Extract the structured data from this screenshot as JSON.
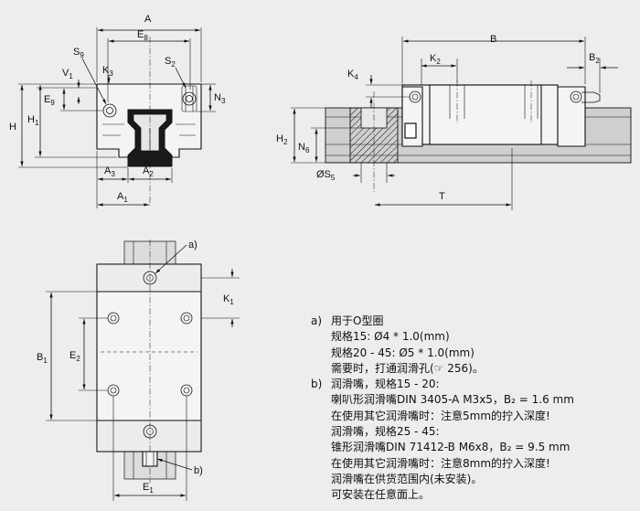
{
  "labels": {
    "A": "A",
    "E8": [
      "E",
      "8"
    ],
    "S9": [
      "S",
      "9"
    ],
    "K3": [
      "K",
      "3"
    ],
    "V1": [
      "V",
      "1"
    ],
    "E9": [
      "E",
      "9"
    ],
    "S2": [
      "S",
      "2"
    ],
    "N3": [
      "N",
      "3"
    ],
    "H": "H",
    "H1": [
      "H",
      "1"
    ],
    "A3": [
      "A",
      "3"
    ],
    "A2": [
      "A",
      "2"
    ],
    "A1": [
      "A",
      "1"
    ],
    "B": "B",
    "K2": [
      "K",
      "2"
    ],
    "B2": [
      "B",
      "2"
    ],
    "K4": [
      "K",
      "4"
    ],
    "H2": [
      "H",
      "2"
    ],
    "N6": [
      "N",
      "6"
    ],
    "S5": [
      "ØS",
      "5"
    ],
    "T": "T",
    "a": "a)",
    "b": "b)",
    "K1": [
      "K",
      "1"
    ],
    "B1": [
      "B",
      "1"
    ],
    "E2": [
      "E",
      "2"
    ],
    "E1": [
      "E",
      "1"
    ]
  },
  "notes": {
    "a_label": "a)",
    "a_lines": [
      "用于O型圈",
      "规格15:  Ø4 * 1.0(mm)",
      "规格20 - 45: Ø5 * 1.0(mm)",
      "需要时，打通润滑孔(☞ 256)。"
    ],
    "b_label": "b)",
    "b_lines": [
      "润滑嘴，规格15 - 20:",
      "喇叭形润滑嘴DIN 3405-A M3x5，B₂ = 1.6 mm",
      "在使用其它润滑嘴时：注意5mm的拧入深度!",
      "润滑嘴，规格25 - 45:",
      "锥形润滑嘴DIN 71412-B M6x8，B₂ = 9.5 mm",
      "在使用其它润滑嘴时：注意8mm的拧入深度!",
      "润滑嘴在供货范围内(未安装)。",
      "可安装在任意面上。"
    ]
  }
}
